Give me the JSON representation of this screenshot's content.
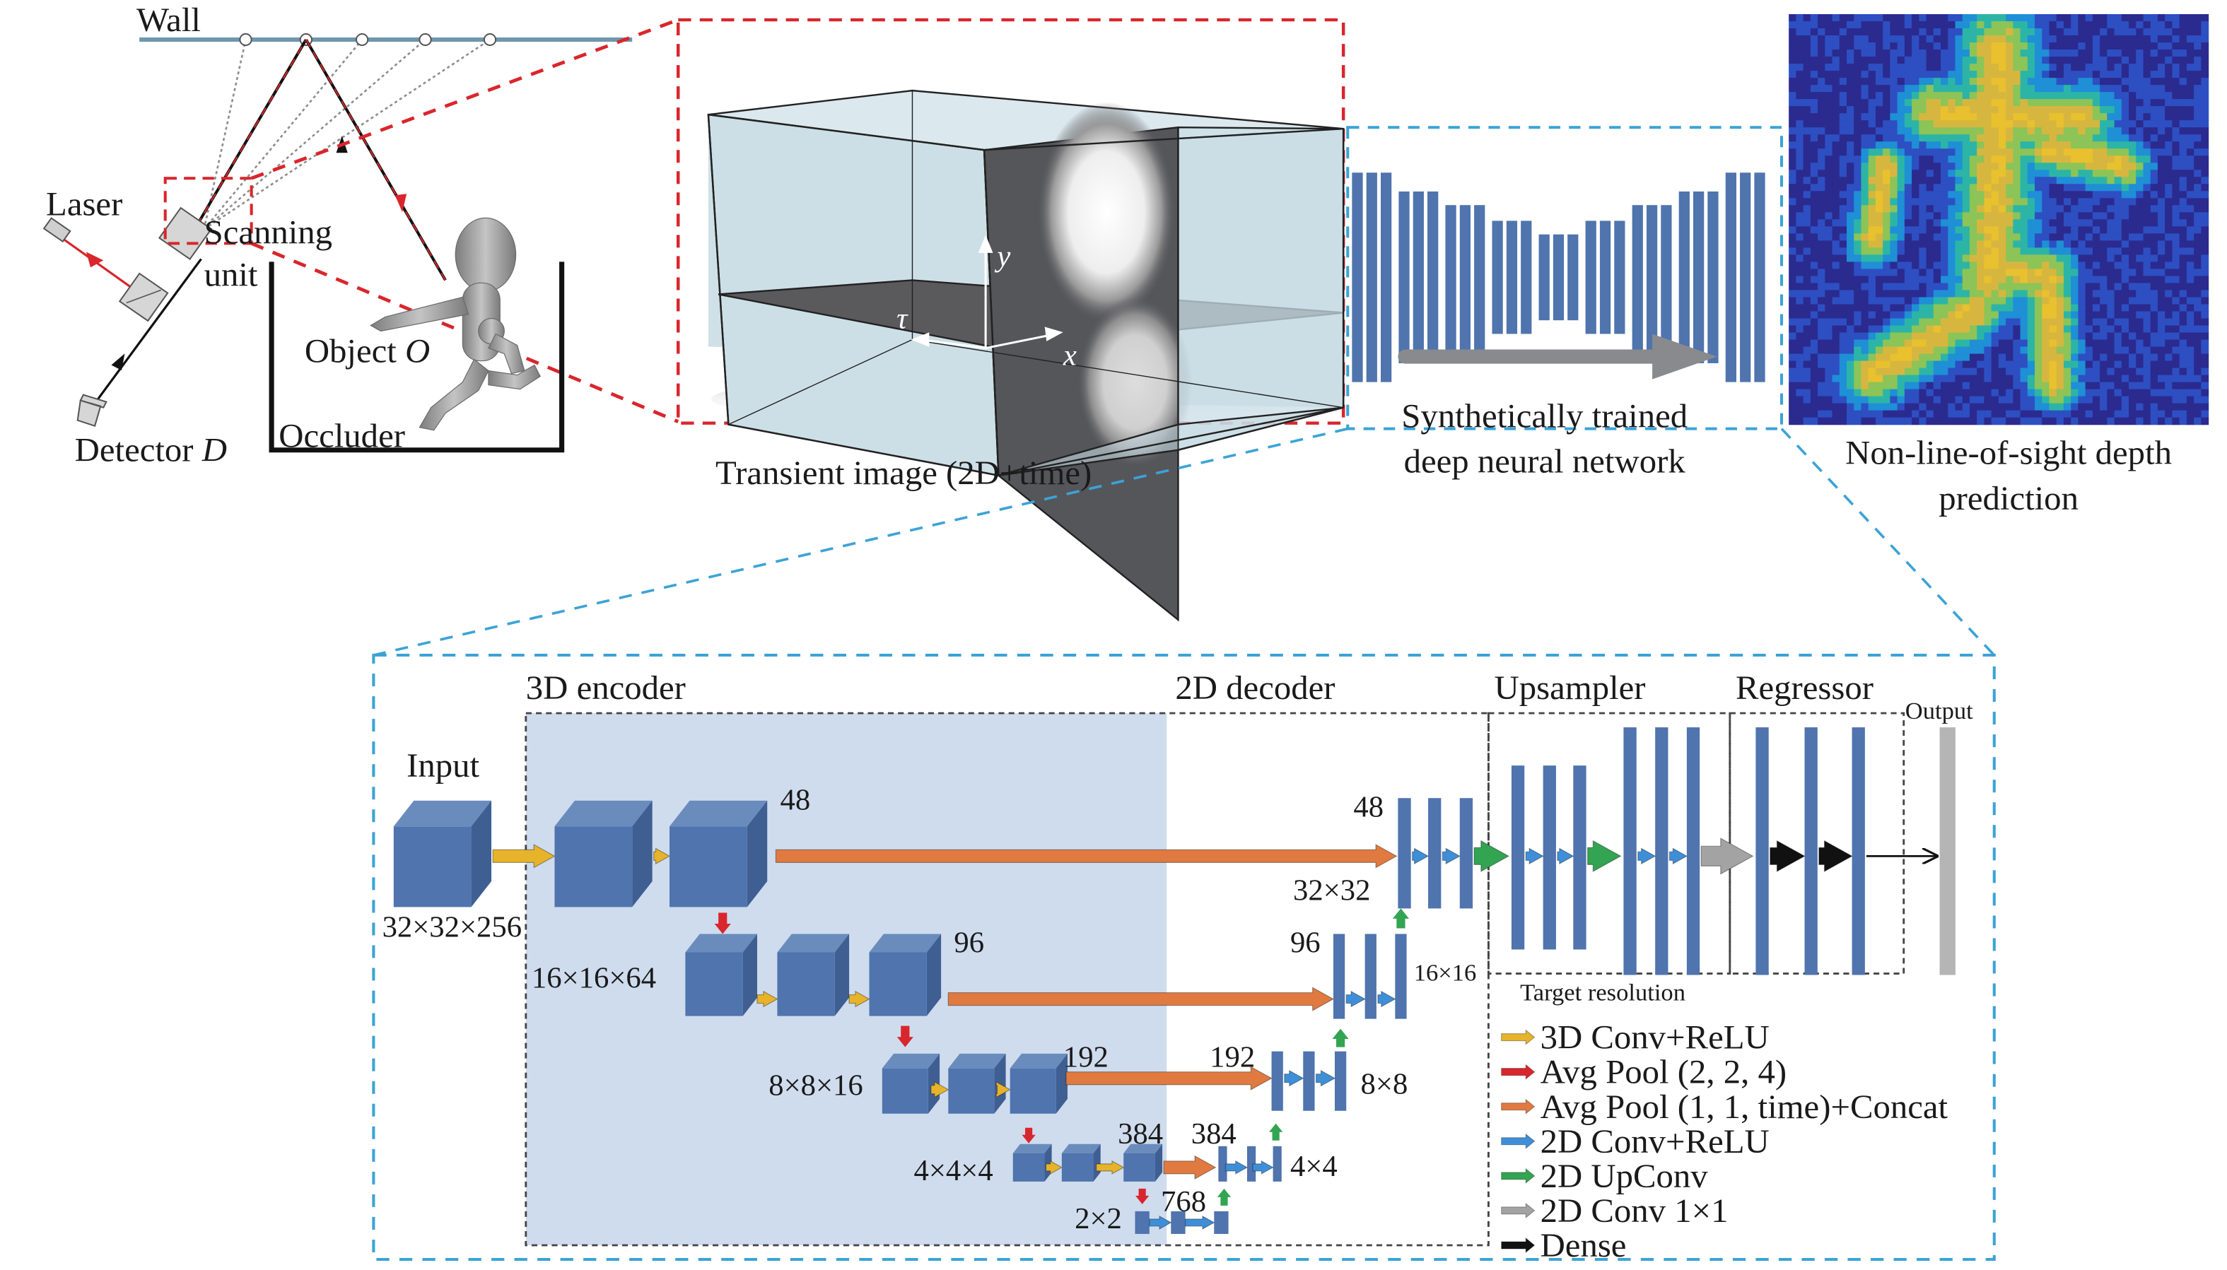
{
  "setup": {
    "wall_label": "Wall",
    "laser_label": "Laser",
    "scanning_label_line1": "Scanning",
    "scanning_label_line2": "unit",
    "object_label": "Object ",
    "object_symbol": "O",
    "detector_label": "Detector ",
    "detector_symbol": "D",
    "occluder_label": "Occluder"
  },
  "transient": {
    "caption": "Transient image (2D+time)",
    "axis_y": "y",
    "axis_x": "x",
    "axis_tau": "τ"
  },
  "network": {
    "caption_line1": "Synthetically trained",
    "caption_line2": "deep neural network",
    "unet_block_heights": [
      1.0,
      0.82,
      0.69,
      0.54,
      0.41,
      0.54,
      0.69,
      0.82,
      1.0
    ]
  },
  "prediction": {
    "caption_line1": "Non-line-of-sight depth",
    "caption_line2": "prediction",
    "colormap": [
      "#2b2a8f",
      "#2d4fc2",
      "#1f8fd6",
      "#2cb5a6",
      "#8cc458",
      "#d7b640",
      "#e9c12e"
    ]
  },
  "architecture": {
    "sections": {
      "encoder": "3D encoder",
      "decoder": "2D decoder",
      "upsampler": "Upsampler",
      "regressor": "Regressor",
      "output": "Output",
      "input": "Input",
      "target_resolution": "Target resolution"
    },
    "encoder_levels": [
      {
        "size": "32×32×256",
        "channels": "48"
      },
      {
        "size": "16×16×64",
        "channels": "96"
      },
      {
        "size": "8×8×16",
        "channels": "192"
      },
      {
        "size": "4×4×4",
        "channels": "384"
      },
      {
        "size": "2×2",
        "channels": "768"
      }
    ],
    "decoder_levels": [
      {
        "size": "32×32",
        "channels": "48"
      },
      {
        "size": "16×16",
        "channels": "96"
      },
      {
        "size": "8×8",
        "channels": "192"
      },
      {
        "size": "4×4",
        "channels": "384"
      }
    ],
    "legend": [
      {
        "label": "3D Conv+ReLU",
        "color": "#e6b32a"
      },
      {
        "label": "Avg Pool (2, 2, 4)",
        "color": "#d9262c"
      },
      {
        "label": "Avg Pool (1, 1, time)+Concat",
        "color": "#e07a40"
      },
      {
        "label": "2D Conv+ReLU",
        "color": "#3f8fd8"
      },
      {
        "label": "2D UpConv",
        "color": "#33a451"
      },
      {
        "label": "2D Conv 1×1",
        "color": "#a3a3a3"
      },
      {
        "label": "Dense",
        "color": "#111111"
      }
    ]
  },
  "colors": {
    "block_blue": "#4f74ae",
    "block_blue_top": "#6a8cbd",
    "block_blue_side": "#3f5f93",
    "encoder_bg": "#cfdcee",
    "red_dash": "#d9262c",
    "cyan_dash": "#3ca3d6",
    "wall": "#6f97ae",
    "gray_arrow": "#888a8d",
    "output_bar": "#b5b5b5"
  }
}
